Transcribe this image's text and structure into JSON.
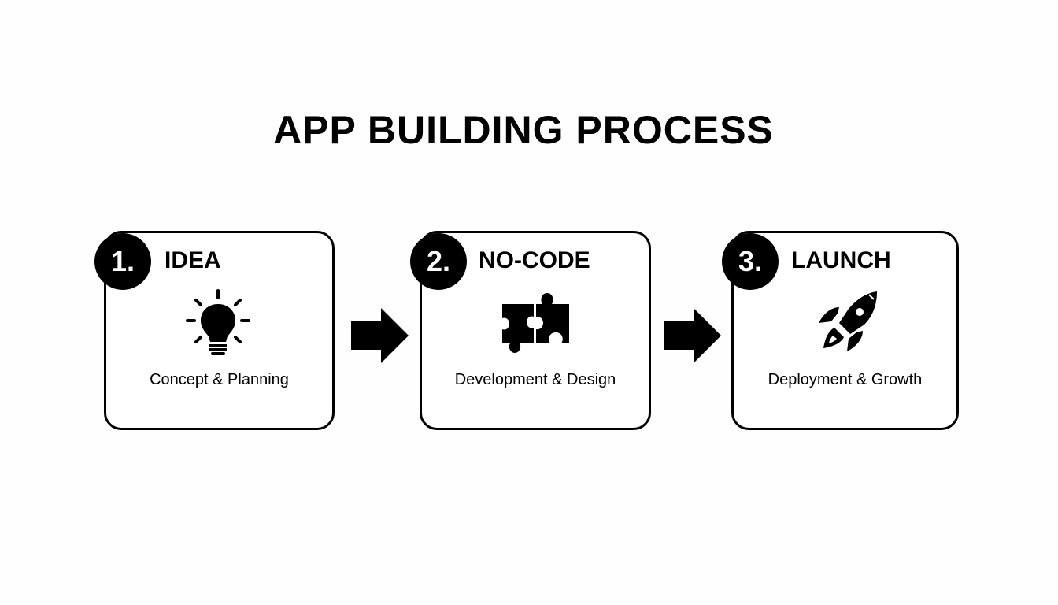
{
  "title": "APP BUILDING PROCESS",
  "steps": [
    {
      "number": "1.",
      "heading": "IDEA",
      "subtitle": "Concept & Planning",
      "icon": "lightbulb-icon"
    },
    {
      "number": "2.",
      "heading": "NO-CODE",
      "subtitle": "Development & Design",
      "icon": "puzzle-icon"
    },
    {
      "number": "3.",
      "heading": "LAUNCH",
      "subtitle": "Deployment & Growth",
      "icon": "rocket-icon"
    }
  ],
  "connectors": [
    "arrow-right",
    "arrow-right"
  ],
  "colors": {
    "foreground": "#000000",
    "background": "#fefefe"
  }
}
